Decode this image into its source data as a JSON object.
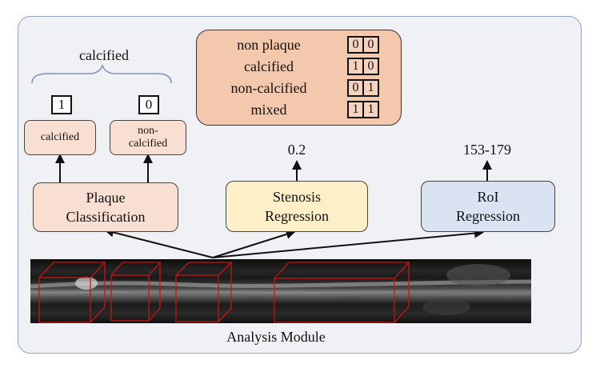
{
  "legend": {
    "rows": [
      {
        "label": "non plaque",
        "bits": [
          "0",
          "0"
        ]
      },
      {
        "label": "calcified",
        "bits": [
          "1",
          "0"
        ]
      },
      {
        "label": "non-calcified",
        "bits": [
          "0",
          "1"
        ]
      },
      {
        "label": "mixed",
        "bits": [
          "1",
          "1"
        ]
      }
    ]
  },
  "classification": {
    "result_label": "calcified",
    "bit_left": "1",
    "bit_right": "0",
    "class_left": "calcified",
    "class_right_line1": "non-",
    "class_right_line2": "calcified"
  },
  "tasks": {
    "plaque": {
      "line1": "Plaque",
      "line2": "Classification"
    },
    "stenosis": {
      "line1": "Stenosis",
      "line2": "Regression",
      "output": "0.2"
    },
    "roi": {
      "line1": "RoI",
      "line2": "Regression",
      "output": "153-179"
    }
  },
  "footer": "Analysis Module",
  "colors": {
    "panel": "#f0f1f4",
    "plaque_box": "#f9dfd1",
    "stenosis_box": "#fdf0c8",
    "roi_box": "#d9e3f2",
    "legend_box": "#f4c8ad",
    "cube_stroke": "#c81414"
  }
}
